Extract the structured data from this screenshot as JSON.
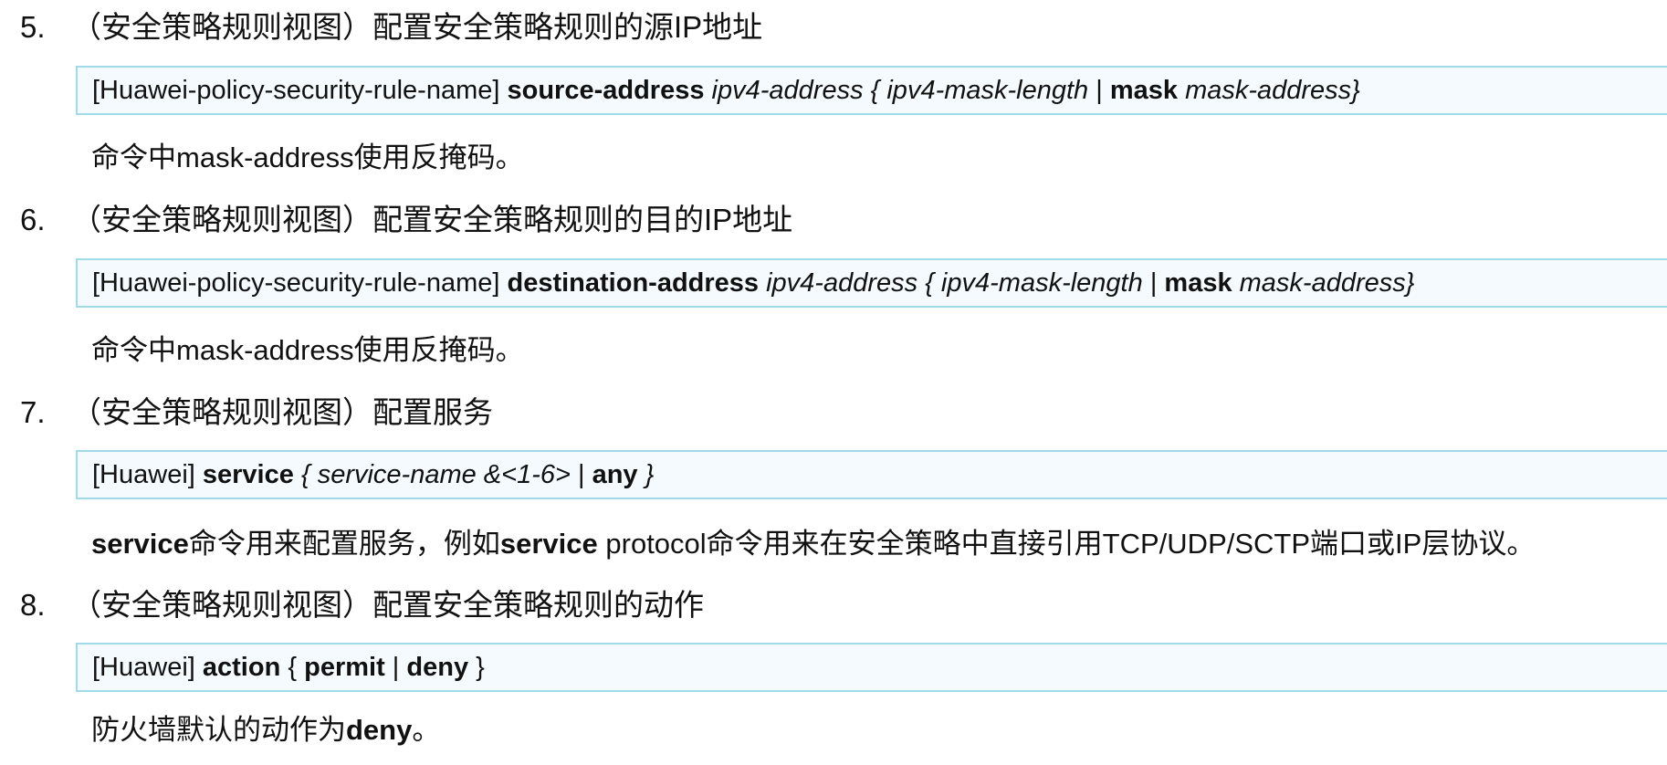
{
  "steps": [
    {
      "number": "5.",
      "title": "（安全策略规则视图）配置安全策略规则的源IP地址",
      "command": {
        "prefix": "[Huawei-policy-security-rule-name] ",
        "keyword": "source-address",
        "arg1": " ipv4-address { ipv4-mask-length ",
        "sep": "| ",
        "keyword2": "mask",
        "arg2": " mask-address}"
      },
      "note": {
        "pre": "命令中mask-address使用反掩码。"
      }
    },
    {
      "number": "6.",
      "title": "（安全策略规则视图）配置安全策略规则的目的IP地址",
      "command": {
        "prefix": "[Huawei-policy-security-rule-name] ",
        "keyword": "destination-address",
        "arg1": " ipv4-address { ipv4-mask-length ",
        "sep": "| ",
        "keyword2": "mask",
        "arg2": " mask-address}"
      },
      "note": {
        "pre": "命令中mask-address使用反掩码。"
      }
    },
    {
      "number": "7.",
      "title": "（安全策略规则视图）配置服务",
      "command": {
        "prefix": "[Huawei] ",
        "keyword": "service",
        "arg1": " { service-name &<1-6> ",
        "sep": "| ",
        "keyword2": "any",
        "arg2": " }"
      },
      "note": {
        "bold1": "service",
        "mid": "命令用来配置服务，例如",
        "bold2": "service",
        "post": " protocol命令用来在安全策略中直接引用TCP/UDP/SCTP端口或IP层协议。"
      }
    },
    {
      "number": "8.",
      "title": "（安全策略规则视图）配置安全策略规则的动作",
      "command": {
        "prefix": "[Huawei] ",
        "keyword": "action",
        "arg1": " { ",
        "keyword2": "permit",
        "sep": " | ",
        "keyword3": "deny",
        "arg2": " }"
      },
      "note": {
        "pre": "防火墙默认的动作为",
        "bold1": "deny",
        "post": "。"
      }
    }
  ]
}
